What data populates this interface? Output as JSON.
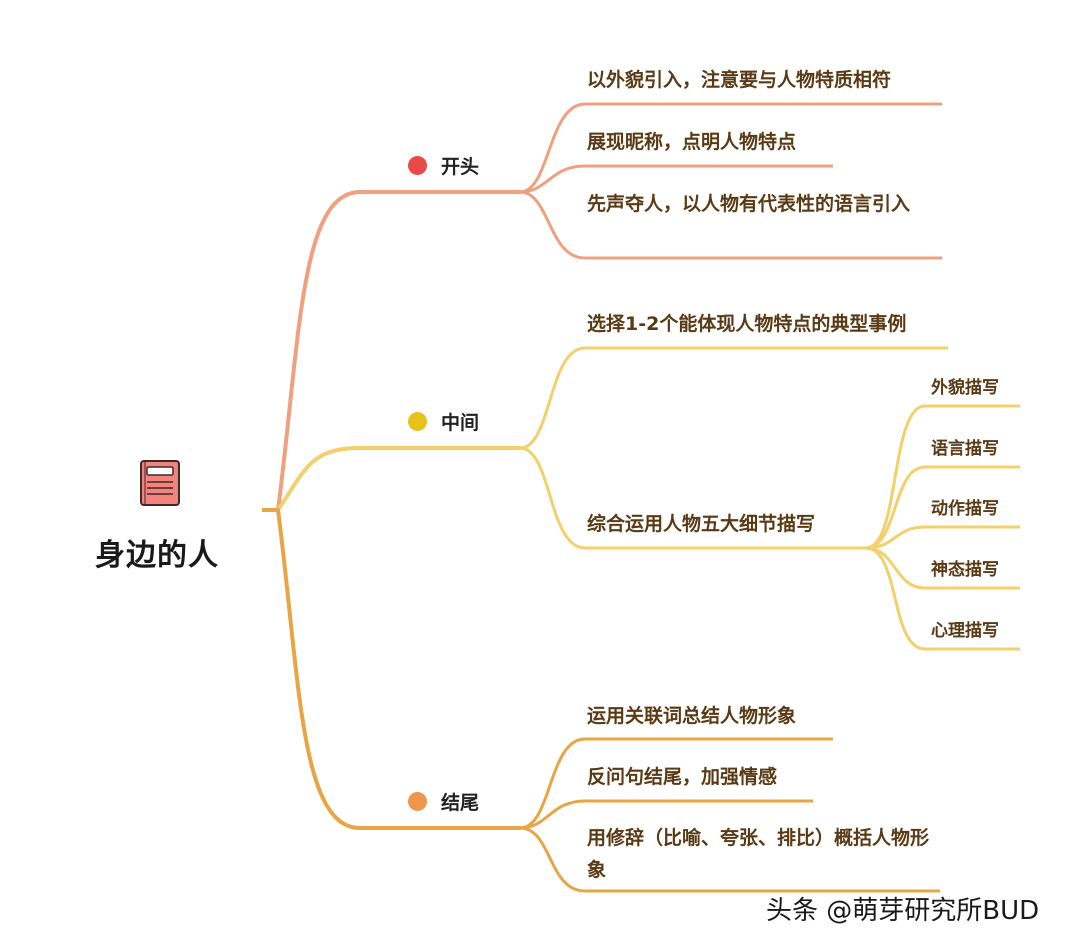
{
  "root": {
    "title": "身边的人",
    "icon": "notebook-icon"
  },
  "colors": {
    "opening": "#f0a07e",
    "middle": "#f3d06a",
    "ending": "#e8a545",
    "dot_opening": "#e84a4a",
    "dot_middle": "#e8c21a",
    "dot_ending": "#f0964a"
  },
  "branches": {
    "opening": {
      "label": "开头",
      "leaves": [
        "以外貌引入，注意要与人物特质相符",
        "展现昵称，点明人物特点",
        "先声夺人，以人物有代表性的语言引入"
      ]
    },
    "middle": {
      "label": "中间",
      "leaves": [
        "选择1-2个能体现人物特点的典型事例",
        "综合运用人物五大细节描写"
      ],
      "details": [
        "外貌描写",
        "语言描写",
        "动作描写",
        "神态描写",
        "心理描写"
      ]
    },
    "ending": {
      "label": "结尾",
      "leaves": [
        "运用关联词总结人物形象",
        "反问句结尾，加强情感",
        "用修辞（比喻、夸张、排比）概括人物形象"
      ]
    }
  },
  "watermark": "头条 @萌芽研究所BUD"
}
